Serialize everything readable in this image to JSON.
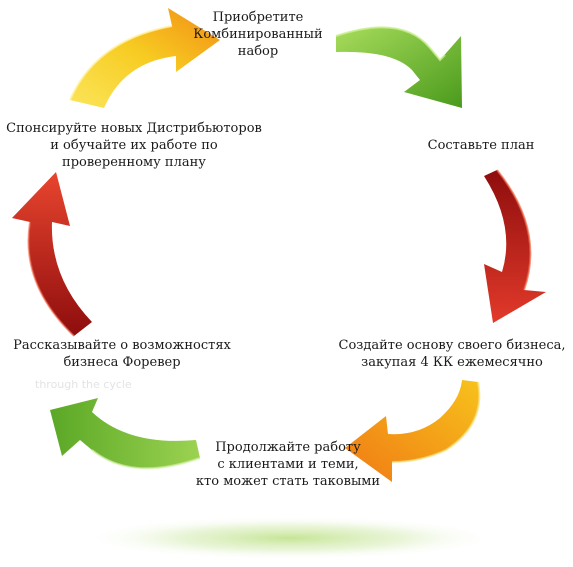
{
  "diagram": {
    "steps": [
      {
        "lines": [
          "Приобретите",
          "Комбинированный",
          "набор"
        ]
      },
      {
        "lines": [
          "Составьте план"
        ]
      },
      {
        "lines": [
          "Создайте основу своего бизнеса,",
          "закупая 4 КК ежемесячно"
        ]
      },
      {
        "lines": [
          "Продолжайте работу",
          "с клиентами и теми,",
          "кто может стать таковыми"
        ]
      },
      {
        "lines": [
          "Рассказывайте о возможностях",
          "бизнеса Форевер"
        ]
      },
      {
        "lines": [
          "Спонсируйте новых Дистрибьюторов",
          "и обучайте их работе по",
          "проверенному плану"
        ]
      }
    ],
    "watermark": "through the cycle",
    "colors": {
      "green": "#7cc23c",
      "red": "#c91d1d",
      "orange": "#f29a1a",
      "yellow": "#f6d21f"
    }
  }
}
